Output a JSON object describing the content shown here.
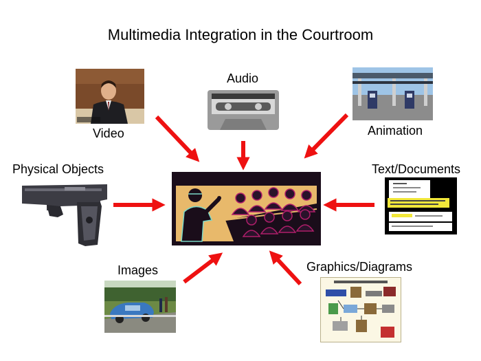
{
  "title": "Multimedia Integration in the Courtroom",
  "sources": {
    "video": "Video",
    "audio": "Audio",
    "animation": "Animation",
    "physical_objects": "Physical Objects",
    "text_documents": "Text/Documents",
    "images": "Images",
    "graphics_diagrams": "Graphics/Diagrams"
  },
  "colors": {
    "arrow": "#ee1111",
    "courtroom_bg": "#e8b96b",
    "courtroom_dark": "#1a0d1a",
    "courtroom_accent": "#b01e6a"
  },
  "icons": [
    "video-still",
    "cassette-tape",
    "gas-station-animation",
    "pistol",
    "document-scan",
    "car-crash-photo",
    "process-diagram",
    "courtroom-clipart"
  ]
}
